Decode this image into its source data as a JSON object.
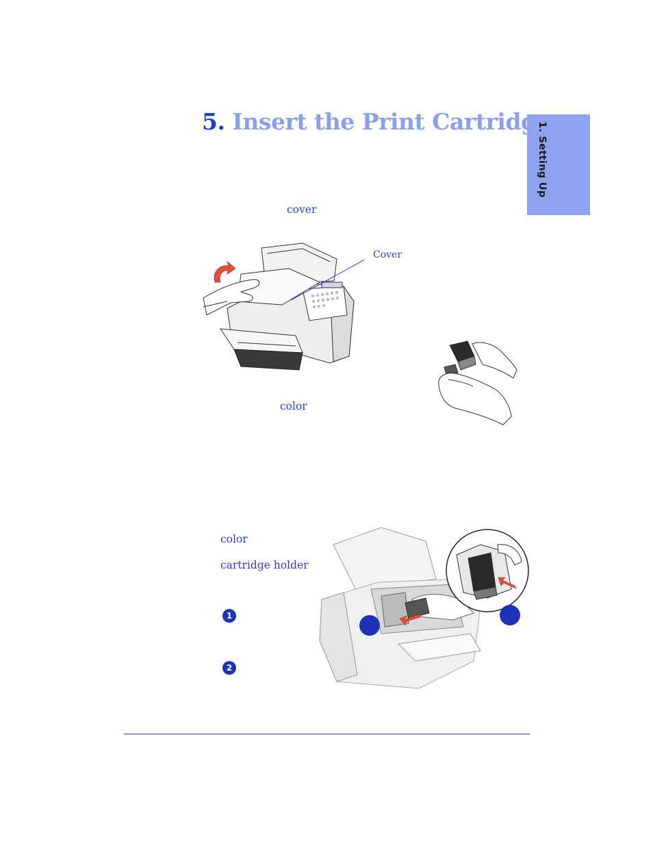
{
  "header": {
    "section_number": "5.",
    "section_title": "Insert the Print Cartridges"
  },
  "side_tab": {
    "label": "1. Setting Up"
  },
  "content": {
    "keyword_cover": "cover",
    "callout_cover": "Cover",
    "keyword_color_1": "color",
    "keyword_color_2": "color",
    "keyword_cartridge_holder": "cartridge holder"
  },
  "steps": [
    {
      "number": "1"
    },
    {
      "number": "2"
    }
  ],
  "colors": {
    "accent": "#1e3ecf",
    "title_light": "#8aa0ef",
    "tab_bg": "#8ea2f0",
    "callout_blue": "#2a3fd4",
    "marker": "#1e32b8"
  }
}
